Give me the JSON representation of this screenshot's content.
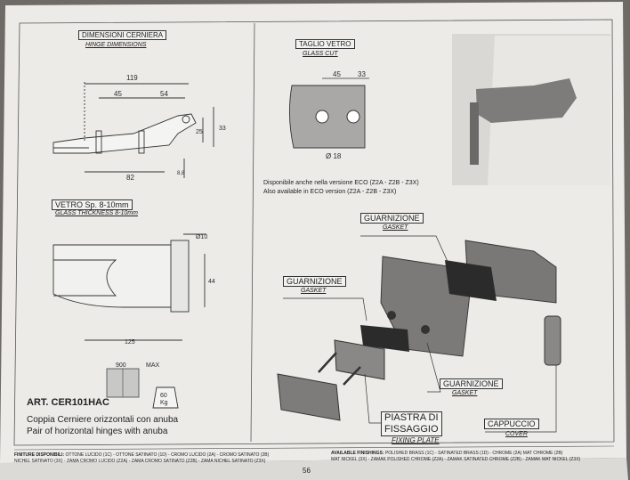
{
  "sections": {
    "hinge_dimensions": {
      "title_it": "DIMENSIONI CERNIERA",
      "title_en": "HINGE DIMENSIONS"
    },
    "glass_cut": {
      "title_it": "TAGLIO VETRO",
      "title_en": "GLASS CUT"
    },
    "glass_thickness": {
      "it": "VETRO Sp. 8-10mm",
      "en": "GLASS THICKNESS 8-10mm"
    }
  },
  "dimensions": {
    "d119": "119",
    "d45": "45",
    "d54": "54",
    "d25": "25",
    "d33": "33",
    "d82": "82",
    "d88": "8,8",
    "d10": "Ø10",
    "d44": "44",
    "d125": "125",
    "cut45": "45",
    "cut33": "33",
    "cut18": "Ø 18",
    "max900": "900",
    "max": "MAX",
    "kg": "60",
    "kgunit": "Kg"
  },
  "eco_note": {
    "it": "Disponibile anche nella versione ECO (Z2A - Z2B - Z3X)",
    "en": "Also available in ECO version (Z2A - Z2B - Z3X)"
  },
  "parts": {
    "gasket1": {
      "it": "GUARNIZIONE",
      "en": "GASKET"
    },
    "gasket2": {
      "it": "GUARNIZIONE",
      "en": "GASKET"
    },
    "gasket3": {
      "it": "GUARNIZIONE",
      "en": "GASKET"
    },
    "plate": {
      "it1": "PIASTRA DI",
      "it2": "FISSAGGIO",
      "en": "FIXING PLATE"
    },
    "cover": {
      "it": "CAPPUCCIO",
      "en": "COVER"
    }
  },
  "article": {
    "code": "ART. CER101HAC",
    "desc_it": "Coppia Cerniere orizzontali con anuba",
    "desc_en": "Pair of horizontal hinges with anuba"
  },
  "footer": {
    "finishes_it_label": "FINITURE DISPONIBILI:",
    "finishes_it_1": "OTTONE LUCIDO (1C) - OTTONE SATINATO (1D) - CROMO LUCIDO (2A) - CROMO SATINATO (2B)",
    "finishes_it_2": "NICHEL SATINATO (3X) - ZAMA CROMO LUCIDO (Z2A) - ZAMA CROMO SATINATO (Z2B) - ZAMA NICHEL SATINATO (Z3X)",
    "finishes_en_label": "AVAILABLE FINISHINGS:",
    "finishes_en_1": "POLISHED BRASS (1C) - SATINATED BRASS (1D) - CHROME (2A) MAT CHROME (2B)",
    "finishes_en_2": "MAT NICKEL (3X) - ZAMAK POLISHED CHROME (Z2A) - ZAMAK SATINATED CHROME (Z2B) - ZAMAK MAT NICKEL (Z3X)",
    "page": "56"
  },
  "colors": {
    "paper": "#eeeeec",
    "ink": "#2a2a2a",
    "metal": "#7a7878",
    "gasket": "#2b2b2b"
  }
}
